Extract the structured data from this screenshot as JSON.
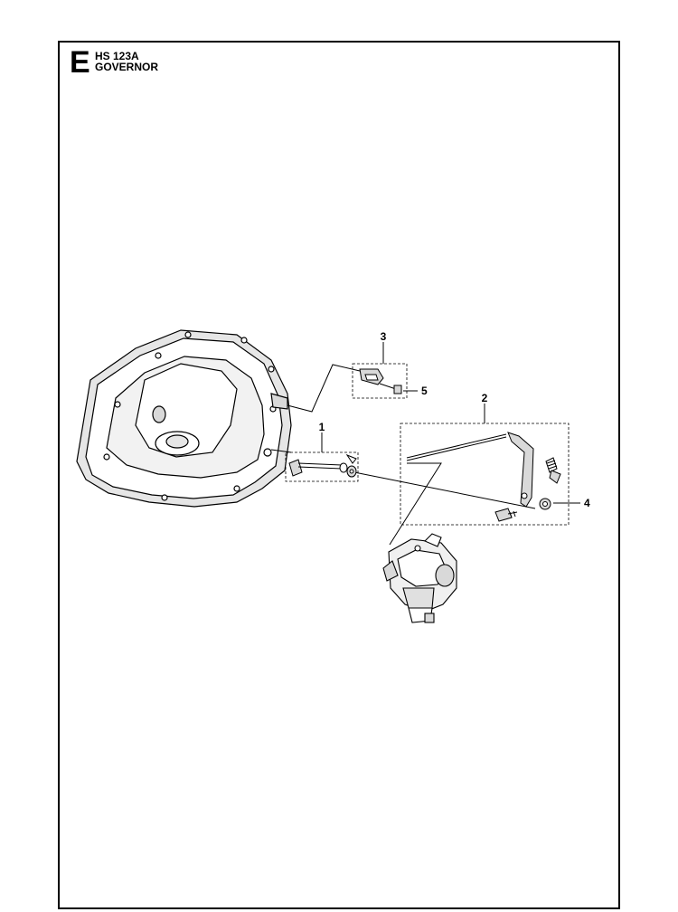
{
  "header": {
    "section_letter": "E",
    "model": "HS 123A",
    "title": "GOVERNOR"
  },
  "callouts": [
    {
      "number": "1",
      "part": "governor-shaft"
    },
    {
      "number": "2",
      "part": "governor-linkage-assembly"
    },
    {
      "number": "3",
      "part": "bracket"
    },
    {
      "number": "4",
      "part": "nut"
    },
    {
      "number": "5",
      "part": "bolt"
    }
  ],
  "colors": {
    "line": "#000000",
    "fill": "#ffffff",
    "shade": "#d9d9d9"
  }
}
